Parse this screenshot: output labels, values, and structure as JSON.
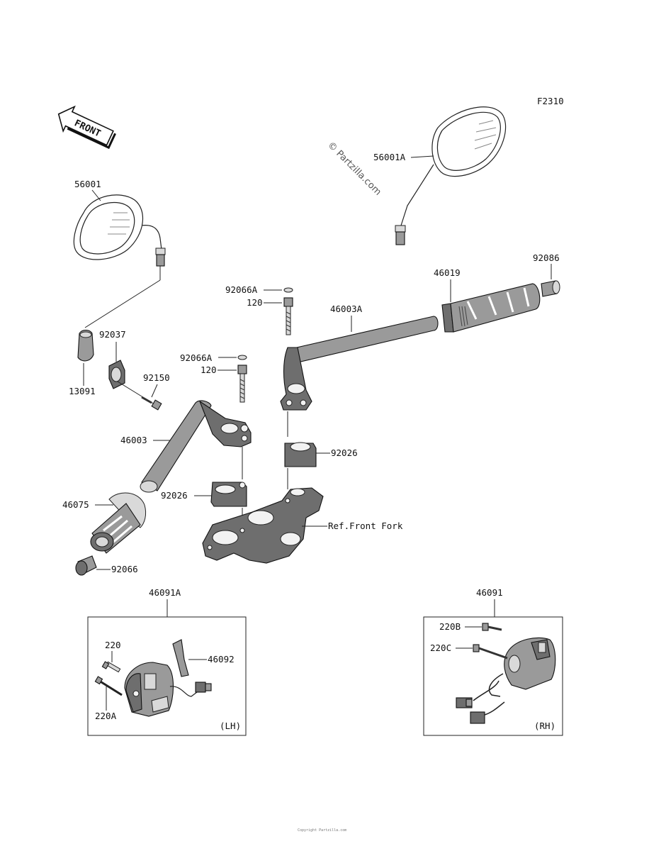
{
  "figure_code": "F2310",
  "watermark": "© Partzilla.com",
  "front_label": "FRONT",
  "labels": {
    "p56001": "56001",
    "p56001A": "56001A",
    "p92086": "92086",
    "p46019": "46019",
    "p92066A_top": "92066A",
    "p120_top": "120",
    "p46003A": "46003A",
    "p92037": "92037",
    "p13091": "13091",
    "p92150": "92150",
    "p92066A_mid": "92066A",
    "p120_mid": "120",
    "p46003": "46003",
    "p92026_right": "92026",
    "p92026_left": "92026",
    "p46075": "46075",
    "ref_front_fork": "Ref.Front Fork",
    "p92066": "92066",
    "p46091A": "46091A",
    "p46091": "46091",
    "p220": "220",
    "p46092": "46092",
    "p220A": "220A",
    "p220B": "220B",
    "p220C": "220C",
    "lh": "(LH)",
    "rh": "(RH)"
  },
  "footer": "Copyright Partzilla.com"
}
